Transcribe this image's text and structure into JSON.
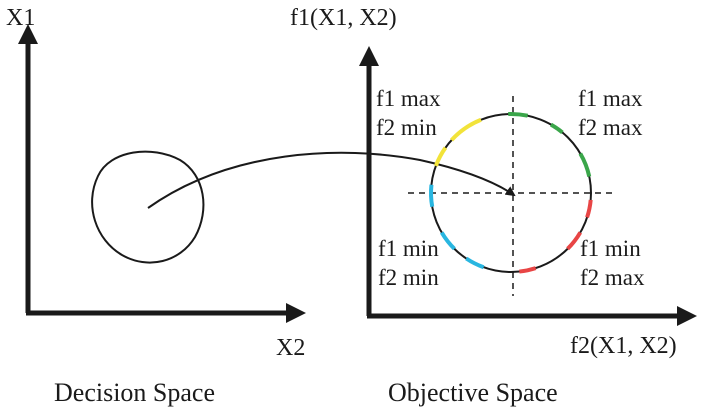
{
  "decision_space": {
    "y_axis_label": "X1",
    "x_axis_label": "X2",
    "caption": "Decision Space"
  },
  "objective_space": {
    "y_axis_label": "f1(X1, X2)",
    "x_axis_label": "f2(X1, X2)",
    "caption": "Objective Space",
    "quadrants": {
      "top_left": {
        "line1": "f1 max",
        "line2": "f2 min"
      },
      "top_right": {
        "line1": "f1 max",
        "line2": "f2 max"
      },
      "bottom_left": {
        "line1": "f1 min",
        "line2": "f2 min"
      },
      "bottom_right": {
        "line1": "f1 min",
        "line2": "f2 max"
      }
    }
  },
  "colors": {
    "axis": "#1a1a1a",
    "curve": "#1a1a1a",
    "top_left_segments": "#f2e33a",
    "top_right_segments": "#3aa64a",
    "bottom_left_segments": "#29b6e0",
    "bottom_right_segments": "#e84545"
  }
}
